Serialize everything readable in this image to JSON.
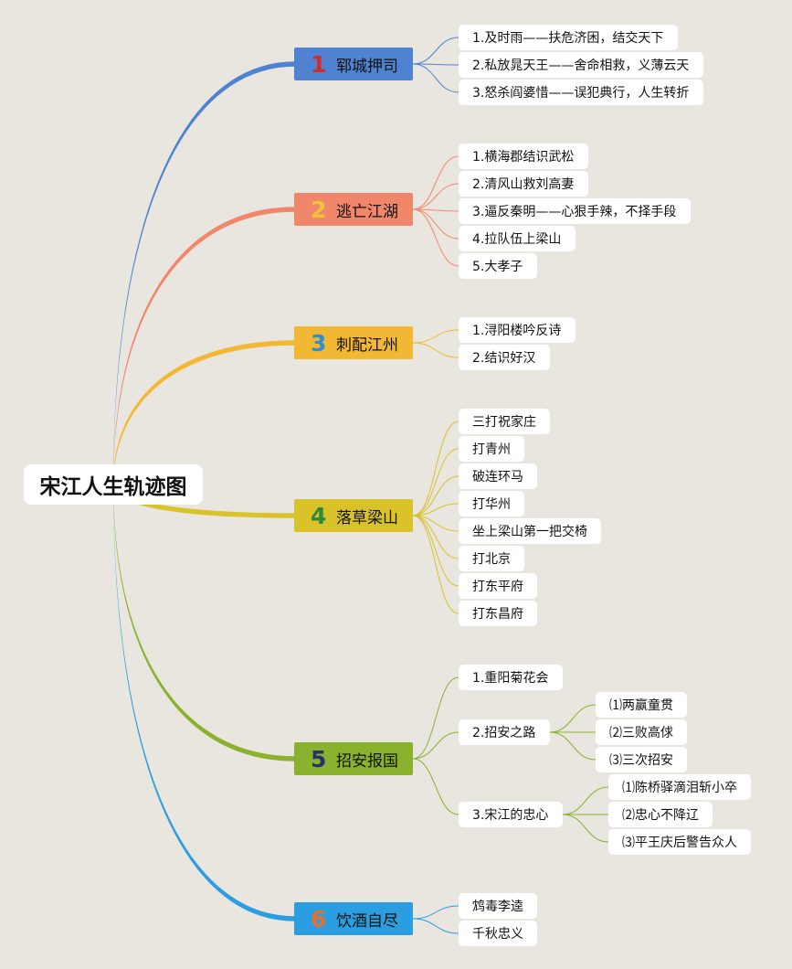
{
  "root": {
    "title": "宋江人生轨迹图"
  },
  "branches": [
    {
      "num": "1",
      "label": "郓城押司",
      "color": "#4f83d1",
      "num_color": "#d42a2a",
      "children": [
        {
          "label": "1.及时雨——扶危济困，结交天下"
        },
        {
          "label": "2.私放晁天王——舍命相救，义薄云天"
        },
        {
          "label": "3.怒杀阎婆惜——误犯典行，人生转折"
        }
      ]
    },
    {
      "num": "2",
      "label": "逃亡江湖",
      "color": "#f0866a",
      "num_color": "#f4c33c",
      "children": [
        {
          "label": "1.横海郡结识武松"
        },
        {
          "label": "2.清风山救刘高妻"
        },
        {
          "label": "3.逼反秦明——心狠手辣，不择手段"
        },
        {
          "label": "4.拉队伍上梁山"
        },
        {
          "label": "5.大孝子"
        }
      ]
    },
    {
      "num": "3",
      "label": "刺配江州",
      "color": "#f2b833",
      "num_color": "#2e8fd1",
      "children": [
        {
          "label": "1.浔阳楼吟反诗"
        },
        {
          "label": "2.结识好汉"
        }
      ]
    },
    {
      "num": "4",
      "label": "落草梁山",
      "color": "#d9c22a",
      "num_color": "#2c8a3a",
      "children": [
        {
          "label": "三打祝家庄"
        },
        {
          "label": "打青州"
        },
        {
          "label": "破连环马"
        },
        {
          "label": "打华州"
        },
        {
          "label": "坐上梁山第一把交椅"
        },
        {
          "label": "打北京"
        },
        {
          "label": "打东平府"
        },
        {
          "label": "打东昌府"
        }
      ]
    },
    {
      "num": "5",
      "label": "招安报国",
      "color": "#8bb22e",
      "num_color": "#24346b",
      "children": [
        {
          "label": "1.重阳菊花会"
        },
        {
          "label": "2.招安之路",
          "children": [
            {
              "label": "⑴两赢童贯"
            },
            {
              "label": "⑵三败高俅"
            },
            {
              "label": "⑶三次招安"
            }
          ]
        },
        {
          "label": "3.宋江的忠心",
          "children": [
            {
              "label": "⑴陈桥驿滴泪斩小卒"
            },
            {
              "label": "⑵忠心不降辽"
            },
            {
              "label": "⑶平王庆后警告众人"
            }
          ]
        }
      ]
    },
    {
      "num": "6",
      "label": "饮酒自尽",
      "color": "#2a9ee0",
      "num_color": "#e8702a",
      "children": [
        {
          "label": "鸩毒李逵"
        },
        {
          "label": "千秋忠义"
        }
      ]
    }
  ]
}
